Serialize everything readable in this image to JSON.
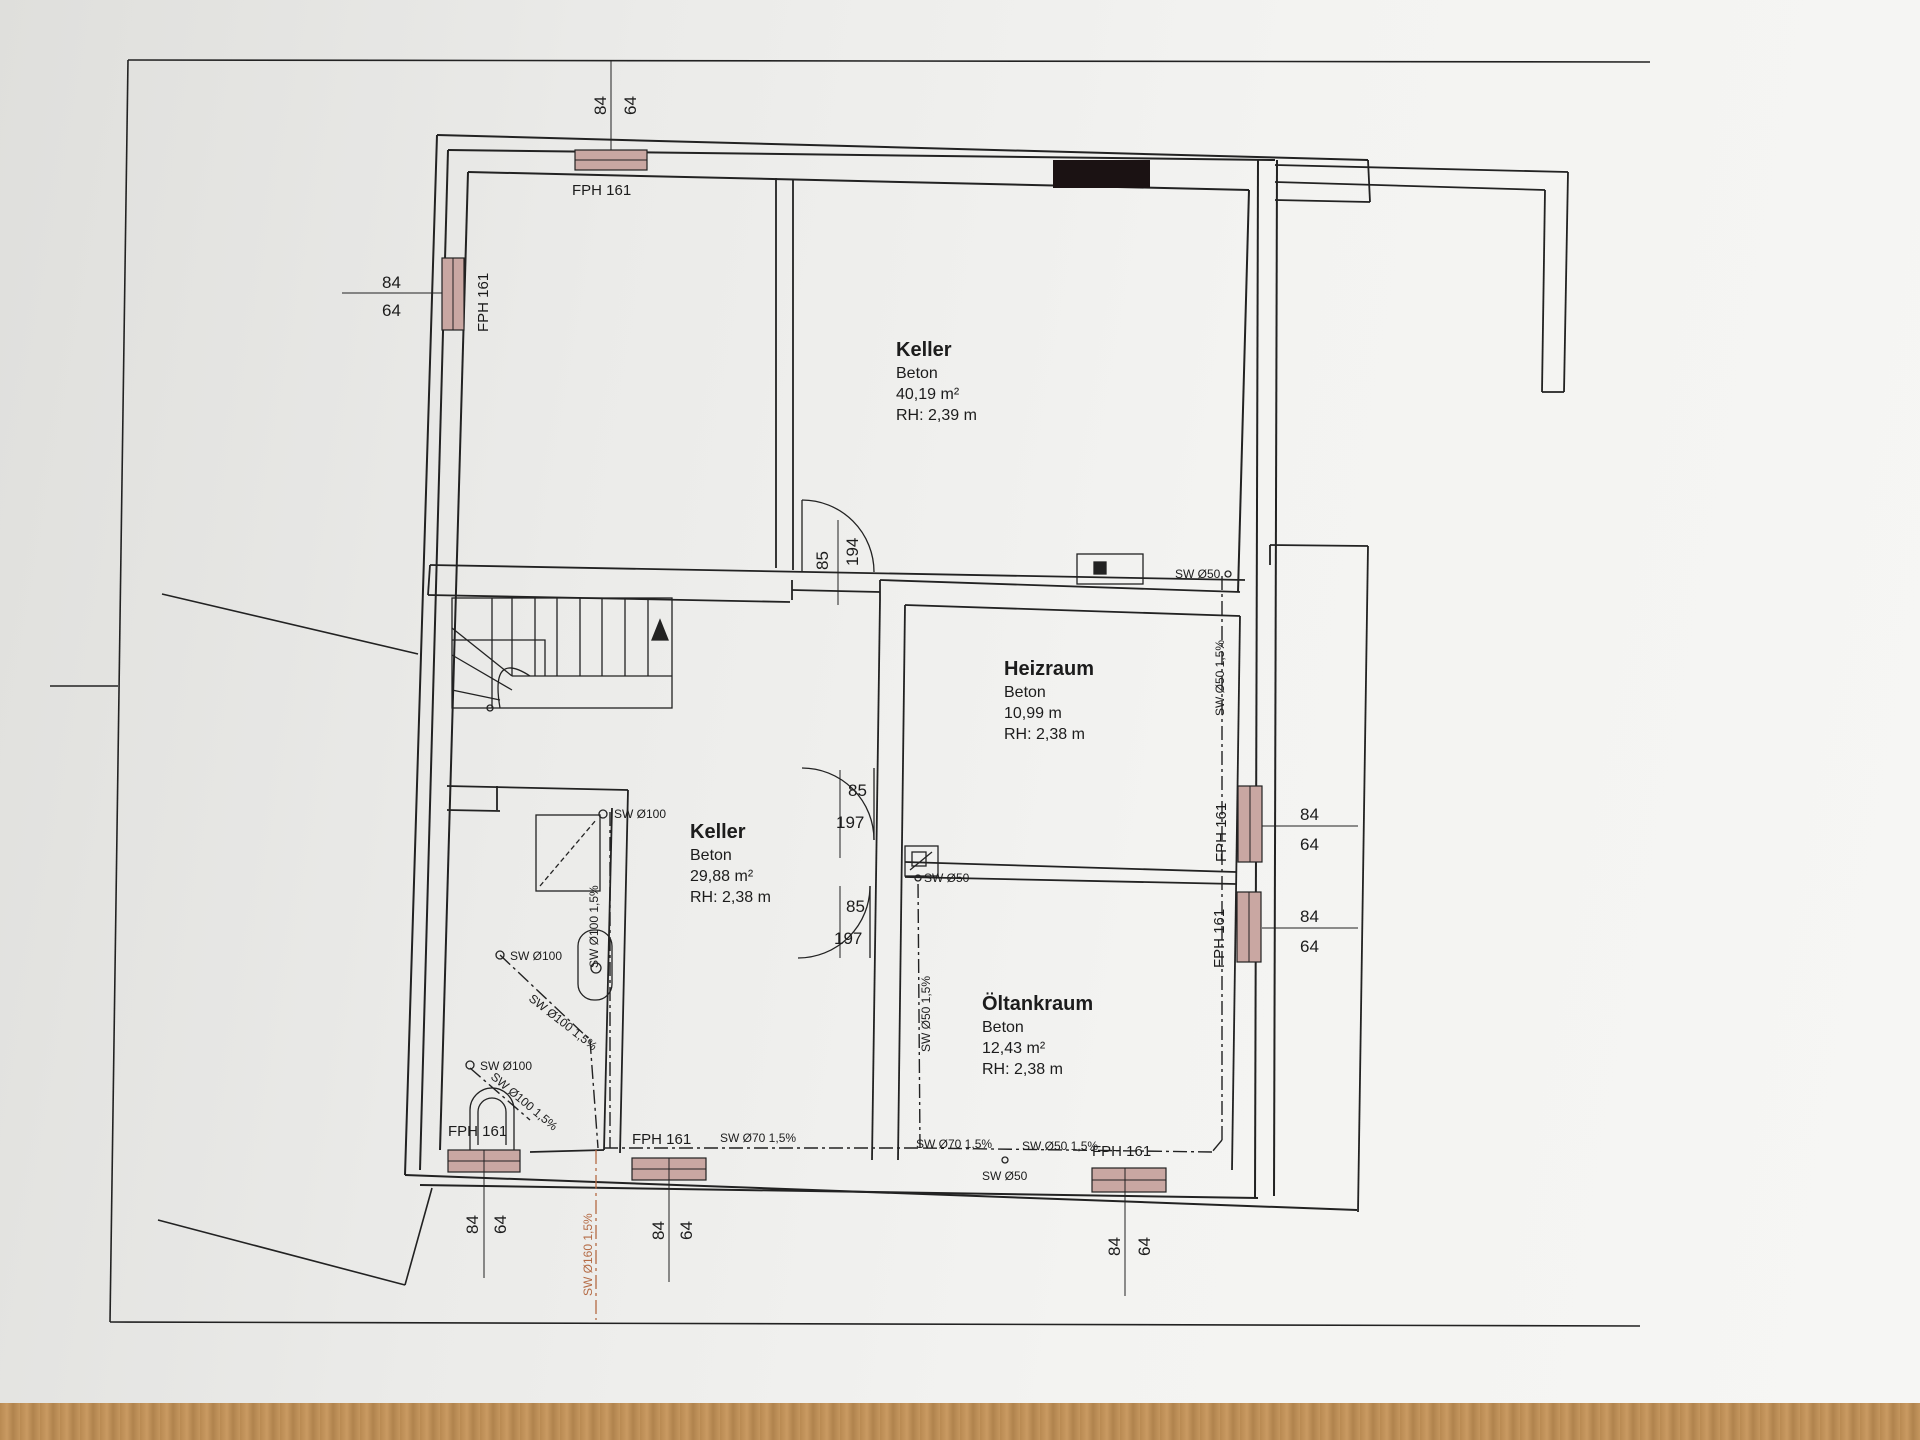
{
  "rooms": {
    "keller_top": {
      "name": "Keller",
      "material": "Beton",
      "area": "40,19 m²",
      "height": "RH: 2,39 m"
    },
    "keller_main": {
      "name": "Keller",
      "material": "Beton",
      "area": "29,88 m²",
      "height": "RH: 2,38 m"
    },
    "heizraum": {
      "name": "Heizraum",
      "material": "Beton",
      "area": "10,99 m",
      "height": "RH: 2,38 m"
    },
    "oeltankraum": {
      "name": "Öltankraum",
      "material": "Beton",
      "area": "12,43 m²",
      "height": "RH: 2,38 m"
    }
  },
  "windows": {
    "label": "FPH 161",
    "dim_a": "84",
    "dim_b": "64"
  },
  "doors": {
    "top": {
      "width": "85",
      "height": "194"
    },
    "heizraum": {
      "width": "85",
      "height": "197"
    },
    "oeltank": {
      "width": "85",
      "height": "197"
    }
  },
  "drains": {
    "sw50": "SW Ø50",
    "sw100": "SW Ø100",
    "sw50_slope": "SW Ø50 1,5%",
    "sw100_slope": "SW Ø100 1,5%",
    "sw70_slope": "SW Ø70 1,5%",
    "sw160_slope": "SW Ø160 1,5%",
    "sw50_slope_short": "SW Ø50 1,5%"
  },
  "colors": {
    "line": "#222222",
    "window_fill": "#c9a7a2",
    "chimney": "#1b1213",
    "sewer_main": "#b46a44"
  }
}
